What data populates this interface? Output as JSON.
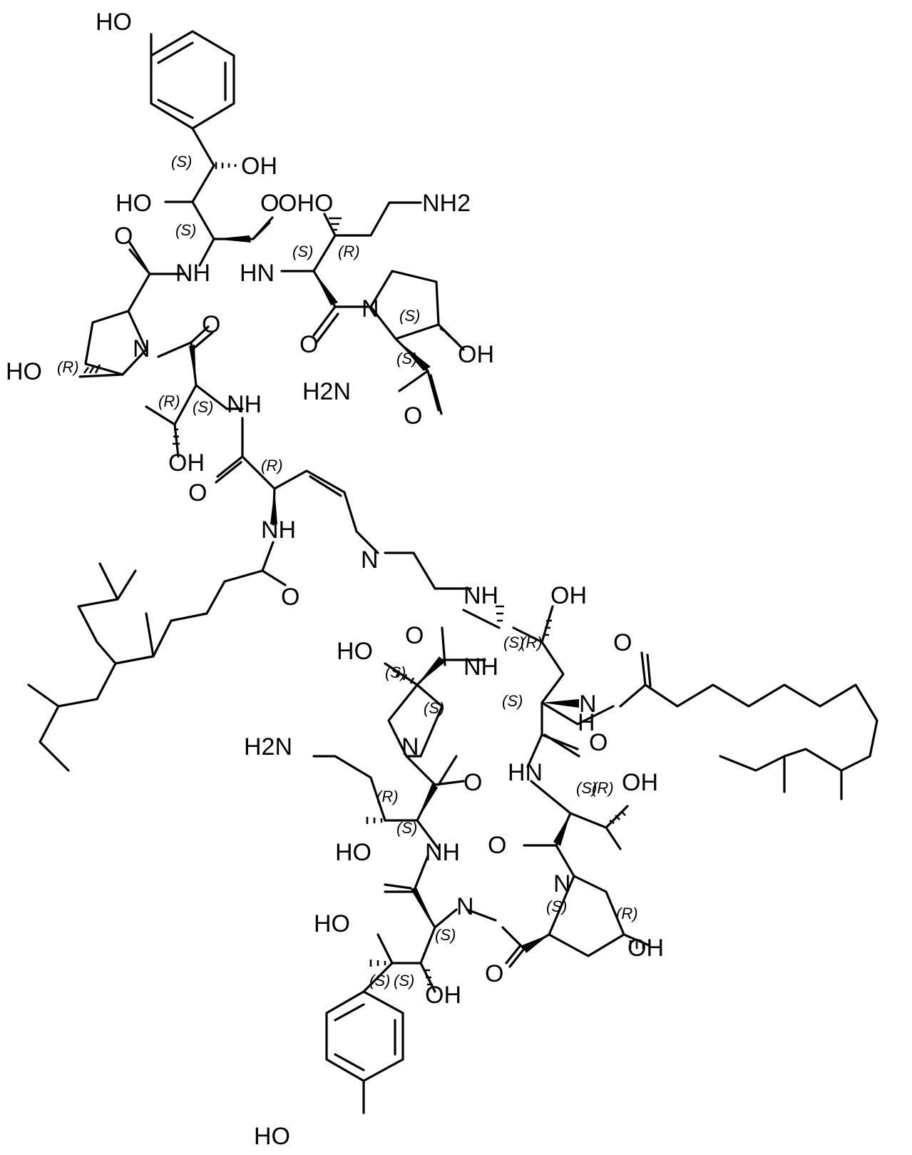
{
  "labels": {
    "a1": "HO",
    "a2": "OH",
    "a3": "HO",
    "a4": "O",
    "a5": "OHO",
    "a6": "NH2",
    "a7": "O",
    "a8": "NH",
    "a9": "HN",
    "a10": "N",
    "a11": "HO",
    "a12": "N",
    "a13": "O",
    "a14": "O",
    "a15": "OH",
    "a16": "NH",
    "a17": "H2N",
    "a18": "O",
    "a19": "OH",
    "a20": "O",
    "a21": "NH",
    "a22": "N",
    "a23": "O",
    "a24": "NH",
    "a25": "OH",
    "a26": "HO",
    "a27": "O",
    "a28": "NH",
    "a29": "N",
    "a30": "O",
    "a31": "H2N",
    "a32": "N",
    "a33": "O",
    "a34": "HN",
    "a35": "OH",
    "a36": "HO",
    "a37": "NH",
    "a38": "O",
    "a39": "O",
    "a40": "H",
    "a41": "N",
    "a42": "HO",
    "a43": "OH",
    "a44": "N",
    "a45": "O",
    "a46": "OH",
    "a47": "HO"
  },
  "stereo": {
    "s1": "(S)",
    "s2": "(S)",
    "s3": "(S)",
    "s4": "(R)",
    "s5": "(S)",
    "s6": "(R)",
    "s7": "(S)",
    "s8": "(R)",
    "s9": "(S)",
    "s10": "(R)",
    "s11": "(S)",
    "s12": "(R)",
    "s13": "(S)",
    "s14": "(S)",
    "s15": "(S)",
    "s16": "(R)",
    "s17": "(S)",
    "s18": "(S)",
    "s19": "(R)",
    "s20": "(S)",
    "s21": "(S)",
    "s22": "(S)",
    "s23": "(S)",
    "s24": "(R)"
  }
}
